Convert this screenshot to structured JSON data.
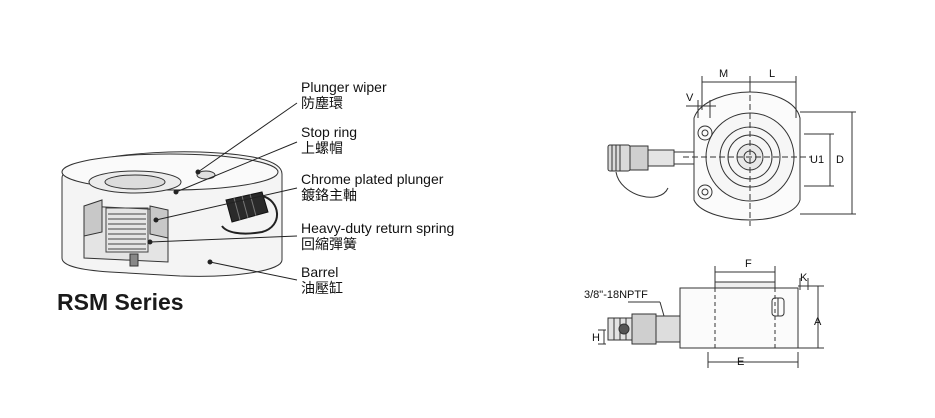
{
  "series_title": "RSM Series",
  "callouts": [
    {
      "en": "Plunger wiper",
      "zh": "防塵環"
    },
    {
      "en": "Stop ring",
      "zh": "上螺帽"
    },
    {
      "en": "Chrome plated plunger",
      "zh": "鍍鉻主軸"
    },
    {
      "en": "Heavy-duty return spring",
      "zh": "回縮彈簧"
    },
    {
      "en": "Barrel",
      "zh": "油壓缸"
    }
  ],
  "top_view_dims": {
    "m": "M",
    "l": "L",
    "v": "V",
    "u1": "U1",
    "d": "D"
  },
  "side_view_dims": {
    "port": "3/8\"-18NPTF",
    "f": "F",
    "k": "K",
    "a": "A",
    "h": "H",
    "e": "E"
  }
}
